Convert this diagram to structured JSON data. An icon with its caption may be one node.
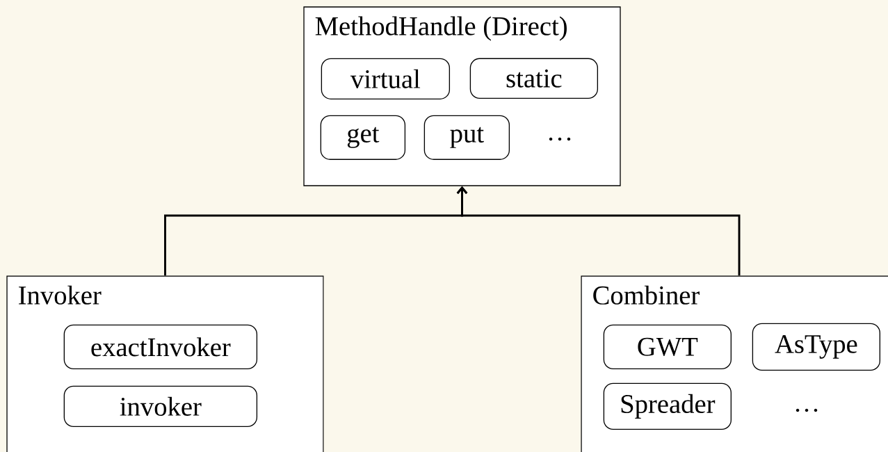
{
  "diagram": {
    "nodes": [
      {
        "text": [
          "MethodHandle (Direct)"
        ]
      },
      {
        "text": [
          "virtual"
        ],
        "in": 0
      },
      {
        "text": [
          "static"
        ],
        "in": 0
      },
      {
        "text": [
          "get"
        ],
        "in": 0
      },
      {
        "text": [
          "put"
        ],
        "in": 0
      },
      {
        "text": [
          "Invoker"
        ]
      },
      {
        "text": [
          "exactInvoker"
        ],
        "in": 5
      },
      {
        "text": [
          "invoker"
        ],
        "in": 5
      },
      {
        "text": [
          "Combiner"
        ]
      },
      {
        "text": [
          "GWT"
        ],
        "in": 8
      },
      {
        "text": [
          "AsType"
        ],
        "in": 8
      },
      {
        "text": [
          "Spreader"
        ],
        "in": 8
      }
    ],
    "edges": [
      {
        "from": 5,
        "to": 0,
        "arrow": "to"
      },
      {
        "from": 8,
        "to": 0,
        "arrow": "to"
      }
    ],
    "labels": [
      "…",
      "…"
    ]
  }
}
